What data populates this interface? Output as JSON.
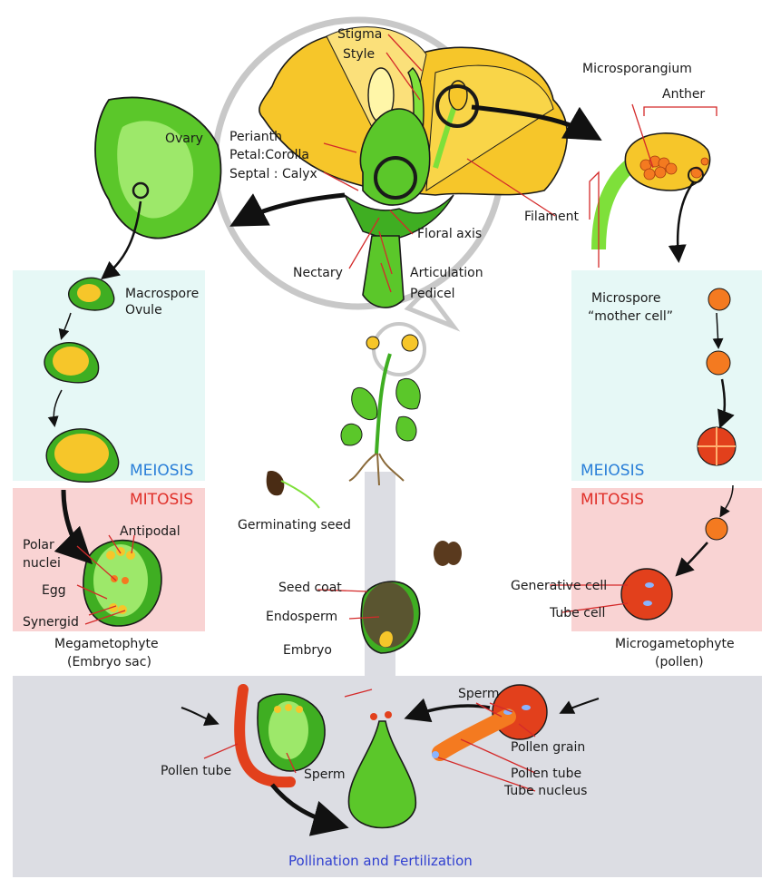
{
  "labels": {
    "stigma": "Stigma",
    "style": "Style",
    "ovary": "Ovary",
    "perianth": "Perianth",
    "petal": "Petal:Corolla",
    "septal": "Septal : Calyx",
    "microsporangium": "Microsporangium",
    "anther": "Anther",
    "filament": "Filament",
    "floral_axis": "Floral axis",
    "nectary": "Nectary",
    "articulation": "Articulation",
    "pedicel": "Pedicel",
    "macrospore": "Macrospore",
    "ovule": "Ovule",
    "microspore": "Microspore",
    "mother_cell": "“mother cell”",
    "meiosis_left": "MEIOSIS",
    "meiosis_right": "MEIOSIS",
    "mitosis_left": "MITOSIS",
    "mitosis_right": "MITOSIS",
    "antipodal": "Antipodal",
    "polar": "Polar",
    "nuclei": "nuclei",
    "egg": "Egg",
    "synergid": "Synergid",
    "megagametophyte": "Megametophyte",
    "embryo_sac": "(Embryo sac)",
    "germinating_seed": "Germinating seed",
    "seed_coat": "Seed coat",
    "endosperm": "Endosperm",
    "embryo": "Embryo",
    "generative_cell": "Generative cell",
    "tube_cell": "Tube cell",
    "microgametophyte": "Microgametophyte",
    "pollen": "(pollen)",
    "sperm_right": "Sperm",
    "pollen_grain": "Pollen grain",
    "pollen_tube_right": "Pollen tube",
    "tube_nucleus": "Tube nucleus",
    "pollen_tube_left": "Pollen tube",
    "sperm_left": "Sperm",
    "caption": "Pollination and Fertilization"
  },
  "colors": {
    "green_dark": "#2e9e1e",
    "green_light": "#7ee03a",
    "yellow": "#f6c62a",
    "orange": "#f47a20",
    "red_orange": "#e2401c",
    "meiosis_bg": "#e6f8f6",
    "mitosis_bg": "#f9d3d3",
    "fert_bg": "#dcdde3",
    "leader_red": "#d42a2a",
    "seed_brown": "#5a3a1e"
  }
}
